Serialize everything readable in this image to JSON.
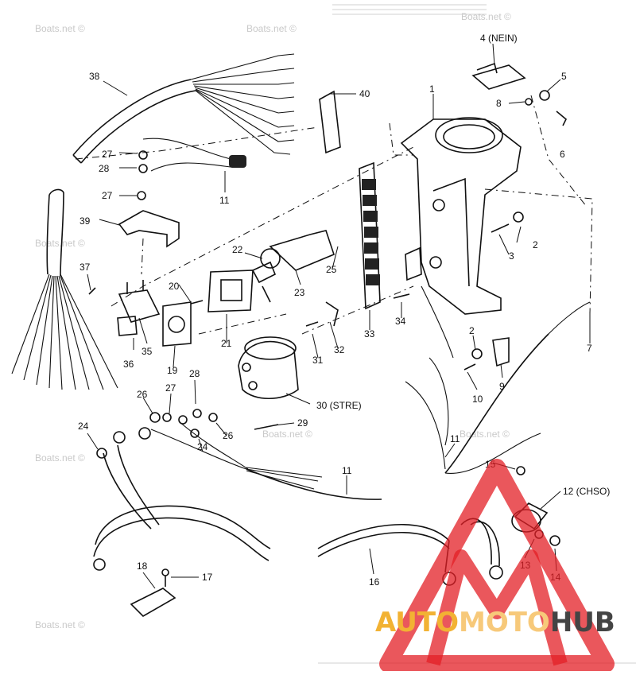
{
  "watermark": "Boats.net ©",
  "brand": {
    "parts": [
      "AUTO",
      "MOTO",
      "HUB"
    ],
    "colors": {
      "logo_red": "#e31f26",
      "auto": "#f2b233",
      "moto": "#f7c97a",
      "hub": "#444444"
    }
  },
  "callouts": [
    {
      "id": "c1",
      "text": "1"
    },
    {
      "id": "c2a",
      "text": "2"
    },
    {
      "id": "c2b",
      "text": "2"
    },
    {
      "id": "c3",
      "text": "3"
    },
    {
      "id": "c4",
      "text": "4 (NEIN)"
    },
    {
      "id": "c5",
      "text": "5"
    },
    {
      "id": "c6",
      "text": "6"
    },
    {
      "id": "c7",
      "text": "7"
    },
    {
      "id": "c8",
      "text": "8"
    },
    {
      "id": "c9",
      "text": "9"
    },
    {
      "id": "c10",
      "text": "10"
    },
    {
      "id": "c11a",
      "text": "11"
    },
    {
      "id": "c11b",
      "text": "11"
    },
    {
      "id": "c11c",
      "text": "11"
    },
    {
      "id": "c12",
      "text": "12 (CHSO)"
    },
    {
      "id": "c13",
      "text": "13"
    },
    {
      "id": "c14",
      "text": "14"
    },
    {
      "id": "c15",
      "text": "15"
    },
    {
      "id": "c16",
      "text": "16"
    },
    {
      "id": "c17",
      "text": "17"
    },
    {
      "id": "c18",
      "text": "18"
    },
    {
      "id": "c19",
      "text": "19"
    },
    {
      "id": "c20",
      "text": "20"
    },
    {
      "id": "c21",
      "text": "21"
    },
    {
      "id": "c22",
      "text": "22"
    },
    {
      "id": "c23",
      "text": "23"
    },
    {
      "id": "c24a",
      "text": "24"
    },
    {
      "id": "c24b",
      "text": "24"
    },
    {
      "id": "c25",
      "text": "25"
    },
    {
      "id": "c26a",
      "text": "26"
    },
    {
      "id": "c26b",
      "text": "26"
    },
    {
      "id": "c27a",
      "text": "27"
    },
    {
      "id": "c27b",
      "text": "27"
    },
    {
      "id": "c27c",
      "text": "27"
    },
    {
      "id": "c28a",
      "text": "28"
    },
    {
      "id": "c28b",
      "text": "28"
    },
    {
      "id": "c29",
      "text": "29"
    },
    {
      "id": "c30",
      "text": "30 (STRE)"
    },
    {
      "id": "c31",
      "text": "31"
    },
    {
      "id": "c32",
      "text": "32"
    },
    {
      "id": "c33",
      "text": "33"
    },
    {
      "id": "c34",
      "text": "34"
    },
    {
      "id": "c35",
      "text": "35"
    },
    {
      "id": "c36",
      "text": "36"
    },
    {
      "id": "c37",
      "text": "37"
    },
    {
      "id": "c38",
      "text": "38"
    },
    {
      "id": "c39",
      "text": "39"
    },
    {
      "id": "c40",
      "text": "40"
    }
  ]
}
